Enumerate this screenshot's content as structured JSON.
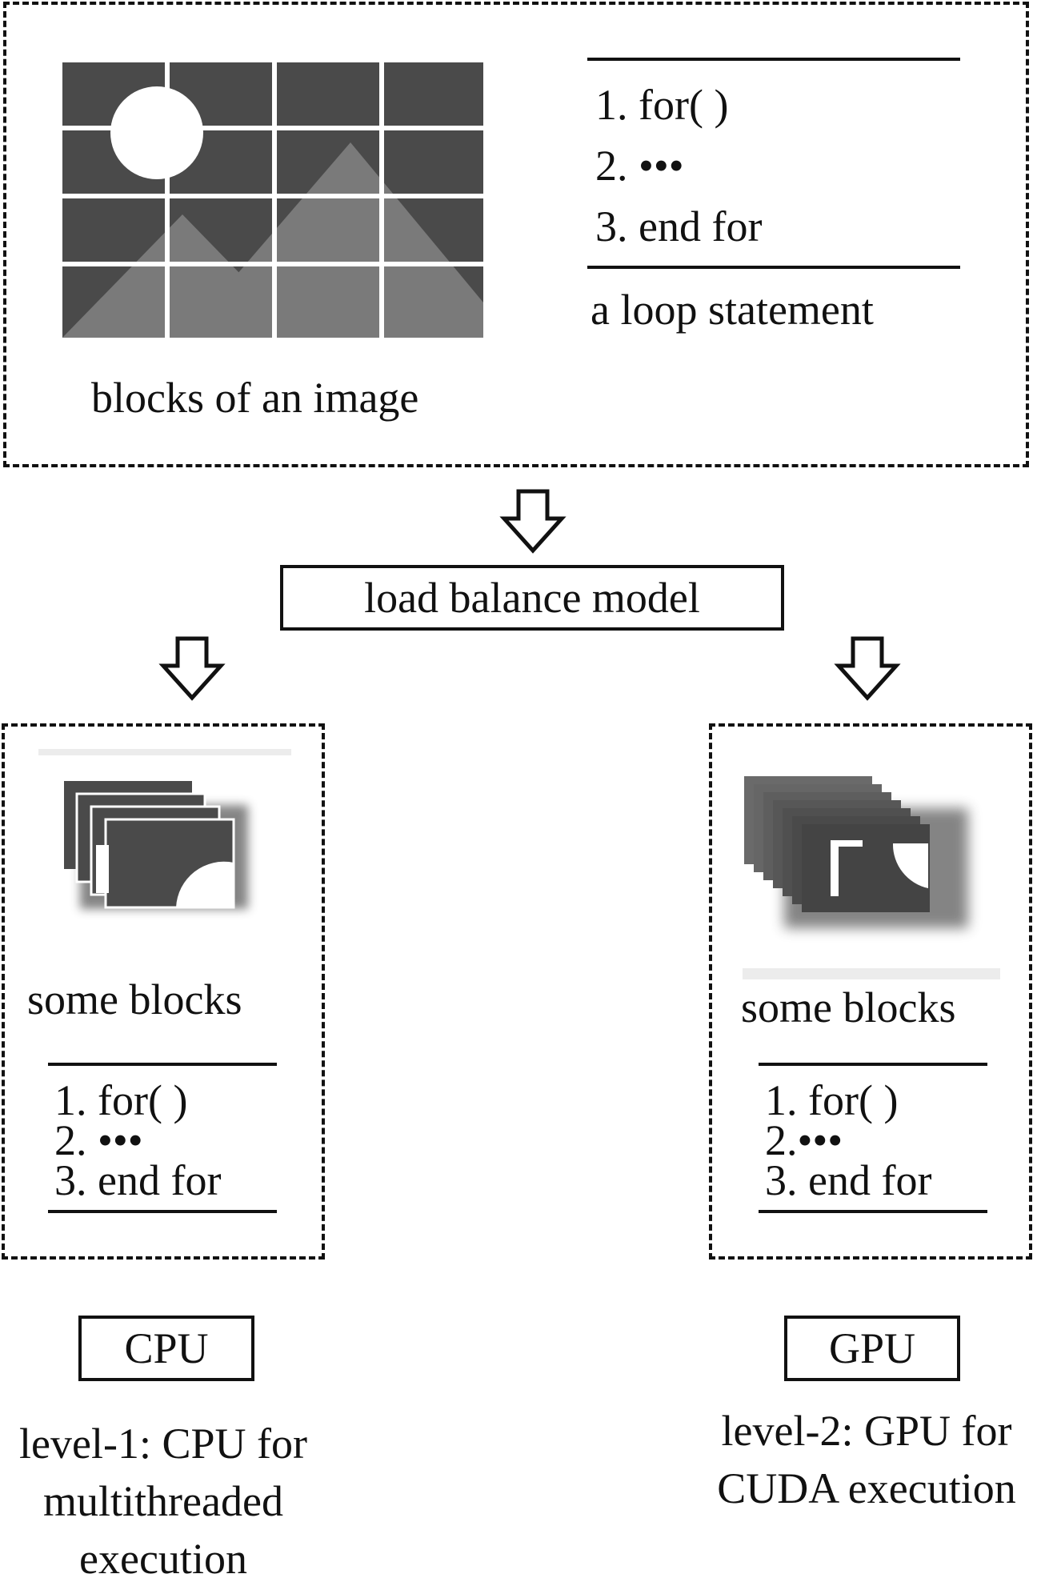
{
  "top_panel": {
    "image_caption": "blocks of an image",
    "loop": {
      "lines": [
        "1. for( )",
        "2. •••",
        "3. end for"
      ],
      "caption": "a loop statement"
    }
  },
  "model_box": {
    "label": "load balance model"
  },
  "cpu_panel": {
    "blocks_label": "some blocks",
    "loop_lines": [
      "1. for( )",
      "2. •••",
      "3. end for"
    ],
    "device_label": "CPU",
    "caption_lines": [
      "level-1: CPU for",
      "multithreaded",
      "execution"
    ]
  },
  "gpu_panel": {
    "blocks_label": "some blocks",
    "loop_lines": [
      "1. for( )",
      "2.•••",
      "3. end for"
    ],
    "device_label": "GPU",
    "caption_lines": [
      "level-2: GPU for",
      "CUDA execution"
    ]
  },
  "colors": {
    "tile_dark": "#4a4a4a",
    "tile_mid": "#7a7a7a",
    "grid": "#ffffff",
    "line": "#111111"
  }
}
